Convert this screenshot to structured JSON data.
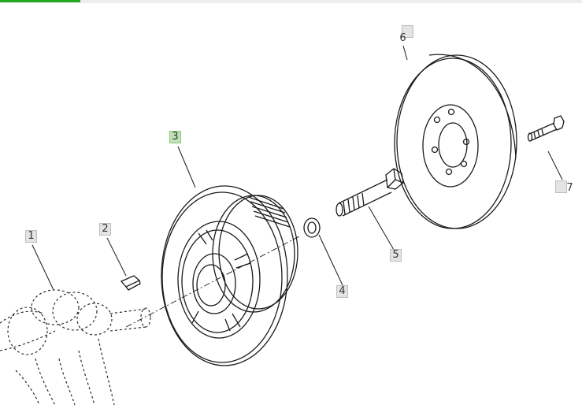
{
  "callouts": [
    {
      "id": "1",
      "label": "1",
      "state": "default"
    },
    {
      "id": "2",
      "label": "2",
      "state": "default"
    },
    {
      "id": "3",
      "label": "3",
      "state": "selected"
    },
    {
      "id": "4",
      "label": "4",
      "state": "default"
    },
    {
      "id": "5",
      "label": "5",
      "state": "default"
    },
    {
      "id": "6",
      "label": "6",
      "state": "default"
    },
    {
      "id": "7",
      "label": "7",
      "state": "default"
    }
  ],
  "colors": {
    "line": "#1a1a1a",
    "callout_bg": "#e4e4e4",
    "callout_selected_bg": "#bfe3b4",
    "accent": "#22aa22"
  }
}
